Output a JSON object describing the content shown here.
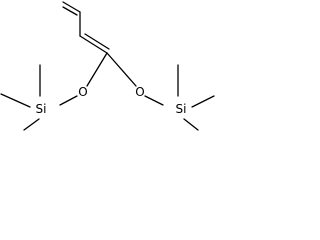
{
  "structure": {
    "atoms": {
      "oxygen_left": "O",
      "oxygen_right": "O",
      "silicon_left": "Si",
      "silicon_right": "Si"
    }
  }
}
